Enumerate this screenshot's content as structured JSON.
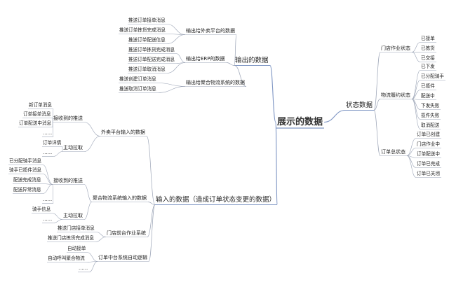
{
  "root": "展示的数据",
  "output": {
    "label": "输出的数据",
    "groups": [
      {
        "label": "输出给外卖平台的数据",
        "items": [
          "推送订单接单消息",
          "推送订单拣货完成消息",
          "推送订单配送信息"
        ]
      },
      {
        "label": "输出给ERP的数据",
        "items": [
          "推送订单拣货完成消息",
          "推送订单配送完成消息",
          "推送订单取消消息"
        ]
      },
      {
        "label": "输出给聚合物流系统的数据",
        "items": [
          "推送创建订单消息",
          "推送取消订单消息"
        ]
      }
    ]
  },
  "status": {
    "label": "状态数据",
    "groups": [
      {
        "label": "门店作业状态",
        "items": [
          "已接单",
          "已拣货",
          "已交接"
        ]
      },
      {
        "label": "物流履约状态",
        "items": [
          "已下发",
          "已分配骑手",
          "已揽件",
          "配送中",
          "下发失败",
          "揽件失败",
          "取消配送"
        ]
      },
      {
        "label": "订单总状态",
        "items": [
          "订单已创建",
          "门店作业中",
          "订单配送中",
          "订单已完成",
          "订单已关闭"
        ]
      }
    ]
  },
  "input": {
    "label": "输入的数据（造成订单状态变更的数据）",
    "groups": [
      {
        "label": "外卖平台输入的数据",
        "subs": [
          {
            "label": "接收到的推送",
            "items": [
              "新订单消息",
              "订单接单消息",
              "订单配送中消息",
              "……"
            ]
          },
          {
            "label": "主动拉取",
            "items": [
              "订单详情",
              "……"
            ]
          }
        ]
      },
      {
        "label": "聚合物流系统输入的数据",
        "subs": [
          {
            "label": "接收到的推送",
            "items": [
              "已分配骑手消息",
              "骑手已揽件消息",
              "配送完成消息",
              "配送异常消息",
              "……"
            ]
          },
          {
            "label": "主动拉取",
            "items": [
              "骑手信息",
              "……"
            ]
          }
        ]
      },
      {
        "label": "门店前台作业系统",
        "items": [
          "推送门店接单消息",
          "推送门店拣货完成消息"
        ]
      },
      {
        "label": "订单中台系统自动逻辑",
        "items": [
          "自动接单",
          "自动呼叫聚合物流",
          "……"
        ]
      }
    ]
  }
}
